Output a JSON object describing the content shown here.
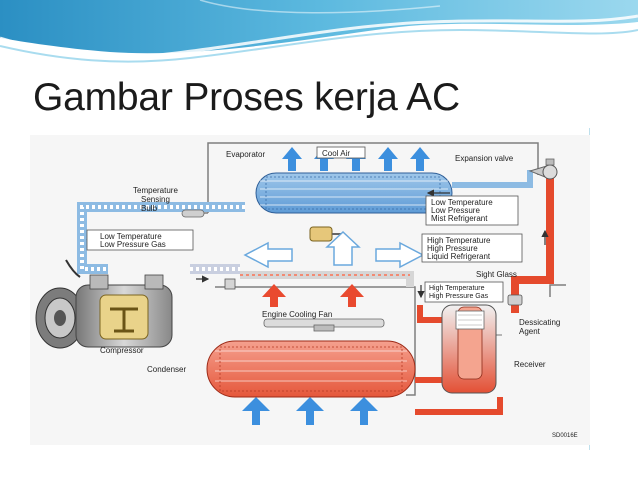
{
  "slide": {
    "title": "Gambar Proses kerja AC",
    "colors": {
      "accent": "#2e98c9",
      "hot": "#e94a2f",
      "cold": "#3c8fde",
      "frame": "#7f7f7f"
    }
  },
  "diagram": {
    "labels": {
      "evaporator": "Evaporator",
      "cool_air": "Cool Air",
      "expansion_valve": "Expansion valve",
      "temp_sensing_1": "Temperature",
      "temp_sensing_2": "Sensing",
      "temp_sensing_3": "Bulb",
      "low_temp_gas_1": "Low Temperature",
      "low_temp_gas_2": "Low Pressure Gas",
      "compressor": "Compressor",
      "engine_cooling_fan": "Engine Cooling Fan",
      "condenser": "Condenser",
      "low_temp_mist_1": "Low Temperature",
      "low_temp_mist_2": "Low Pressure",
      "low_temp_mist_3": "Mist Refrigerant",
      "high_temp_liquid_1": "High Temperature",
      "high_temp_liquid_2": "High Pressure",
      "high_temp_liquid_3": "Liquid Refrigerant",
      "sight_glass": "Sight Glass",
      "high_temp_gas_1": "High Temperature",
      "high_temp_gas_2": "High Pressure Gas",
      "dessicating_1": "Dessicating",
      "dessicating_2": "Agent",
      "receiver": "Receiver",
      "code": "SD0016E"
    }
  }
}
